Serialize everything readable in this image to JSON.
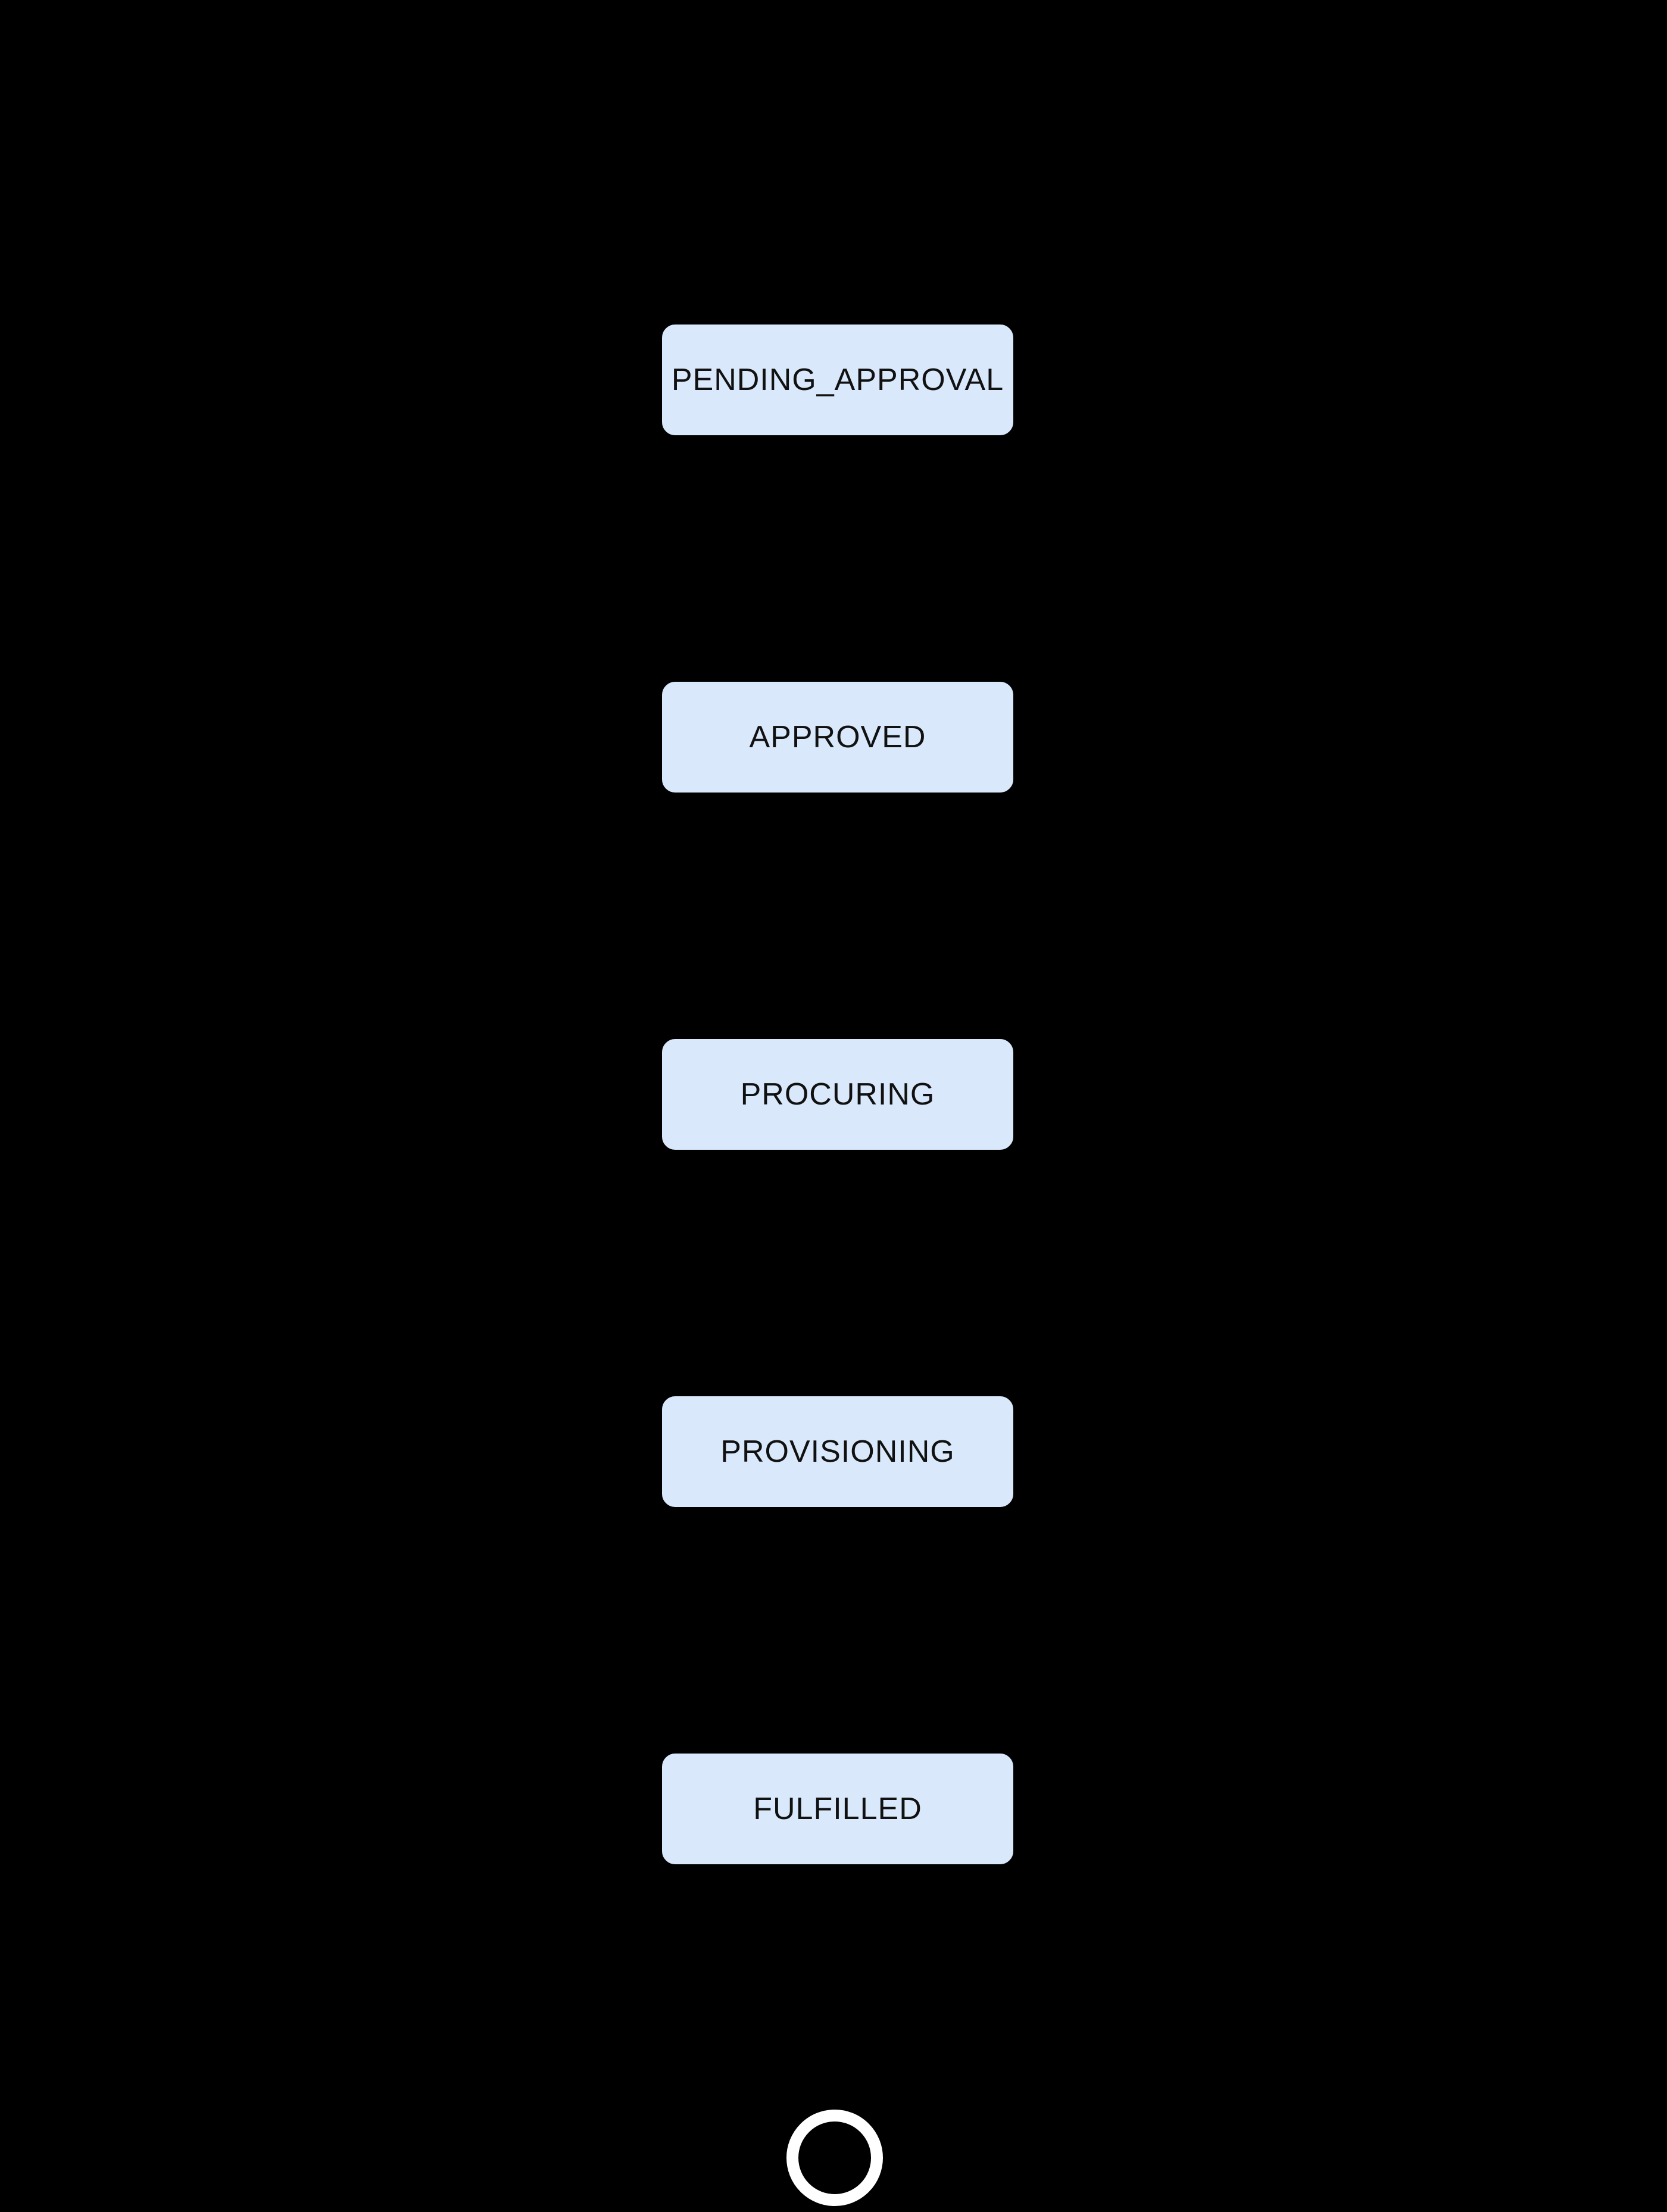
{
  "app": {
    "background_color": "#000000"
  },
  "diagram": {
    "type": "state-machine",
    "direction": "top-to-bottom",
    "node_fill_color": "#d9e8fb",
    "node_text_color": "#111111",
    "final_ring_color": "#ffffff",
    "states": [
      {
        "label": "PENDING_APPROVAL"
      },
      {
        "label": "APPROVED"
      },
      {
        "label": "PROCURING"
      },
      {
        "label": "PROVISIONING"
      },
      {
        "label": "FULFILLED"
      }
    ],
    "final_state": {
      "shape": "ring",
      "meaning": "end-state"
    }
  }
}
